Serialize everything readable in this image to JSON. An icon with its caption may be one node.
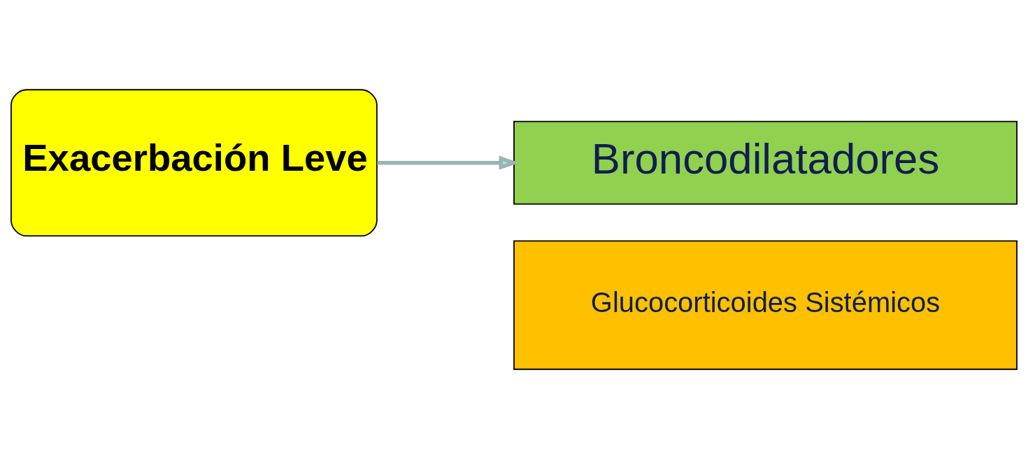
{
  "diagram": {
    "nodes": [
      {
        "text": [
          "Exacerbación Leve"
        ]
      },
      {
        "text": [
          "Broncodilatadores"
        ]
      },
      {
        "text": [
          "Glucocorticoides Sistémicos"
        ]
      }
    ],
    "edges": [
      {
        "from": 0,
        "to": 1,
        "arrow": "to"
      }
    ]
  }
}
